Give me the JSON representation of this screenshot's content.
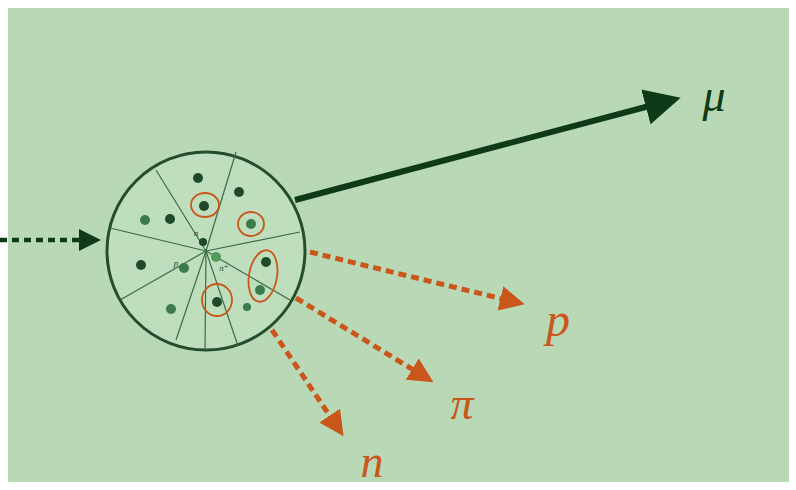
{
  "diagram": {
    "labels": [
      "μ",
      "p",
      "π",
      "n",
      "n",
      "p",
      "π⁺"
    ]
  }
}
